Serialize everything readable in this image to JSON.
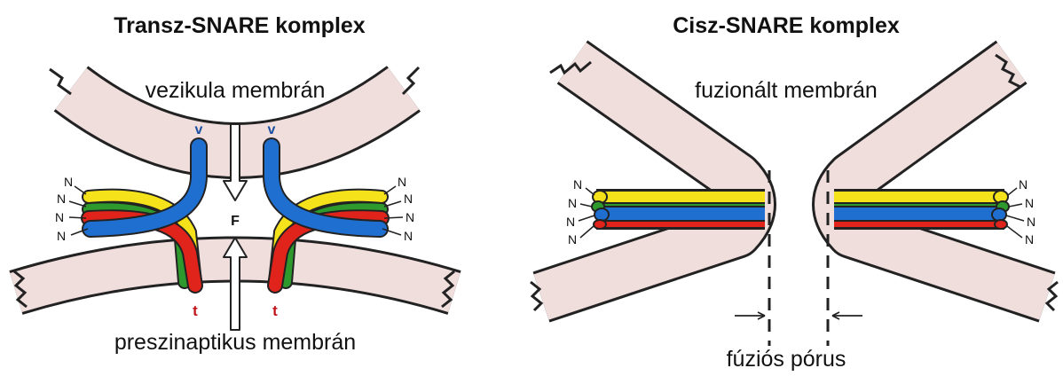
{
  "left_panel": {
    "title": "Transz-SNARE komplex",
    "top_membrane_label": "vezikula membrán",
    "bottom_membrane_label": "preszinaptikus membrán",
    "v_label_left": "v",
    "v_label_right": "v",
    "t_label_left": "t",
    "t_label_right": "t",
    "force_label": "F",
    "n_terminal_label": "N"
  },
  "right_panel": {
    "title": "Cisz-SNARE komplex",
    "membrane_label": "fuzionált membrán",
    "pore_label": "fúziós pórus",
    "n_terminal_label": "N"
  },
  "colors": {
    "membrane_fill": "#f0dedd",
    "outline": "#222222",
    "v_snare_blue": "#1f6fd1",
    "t_snare_red": "#e0231b",
    "snap_yellow": "#f5e21b",
    "snap_green": "#2e9a2e",
    "v_text": "#1a4fa0",
    "t_text": "#c0141a"
  }
}
